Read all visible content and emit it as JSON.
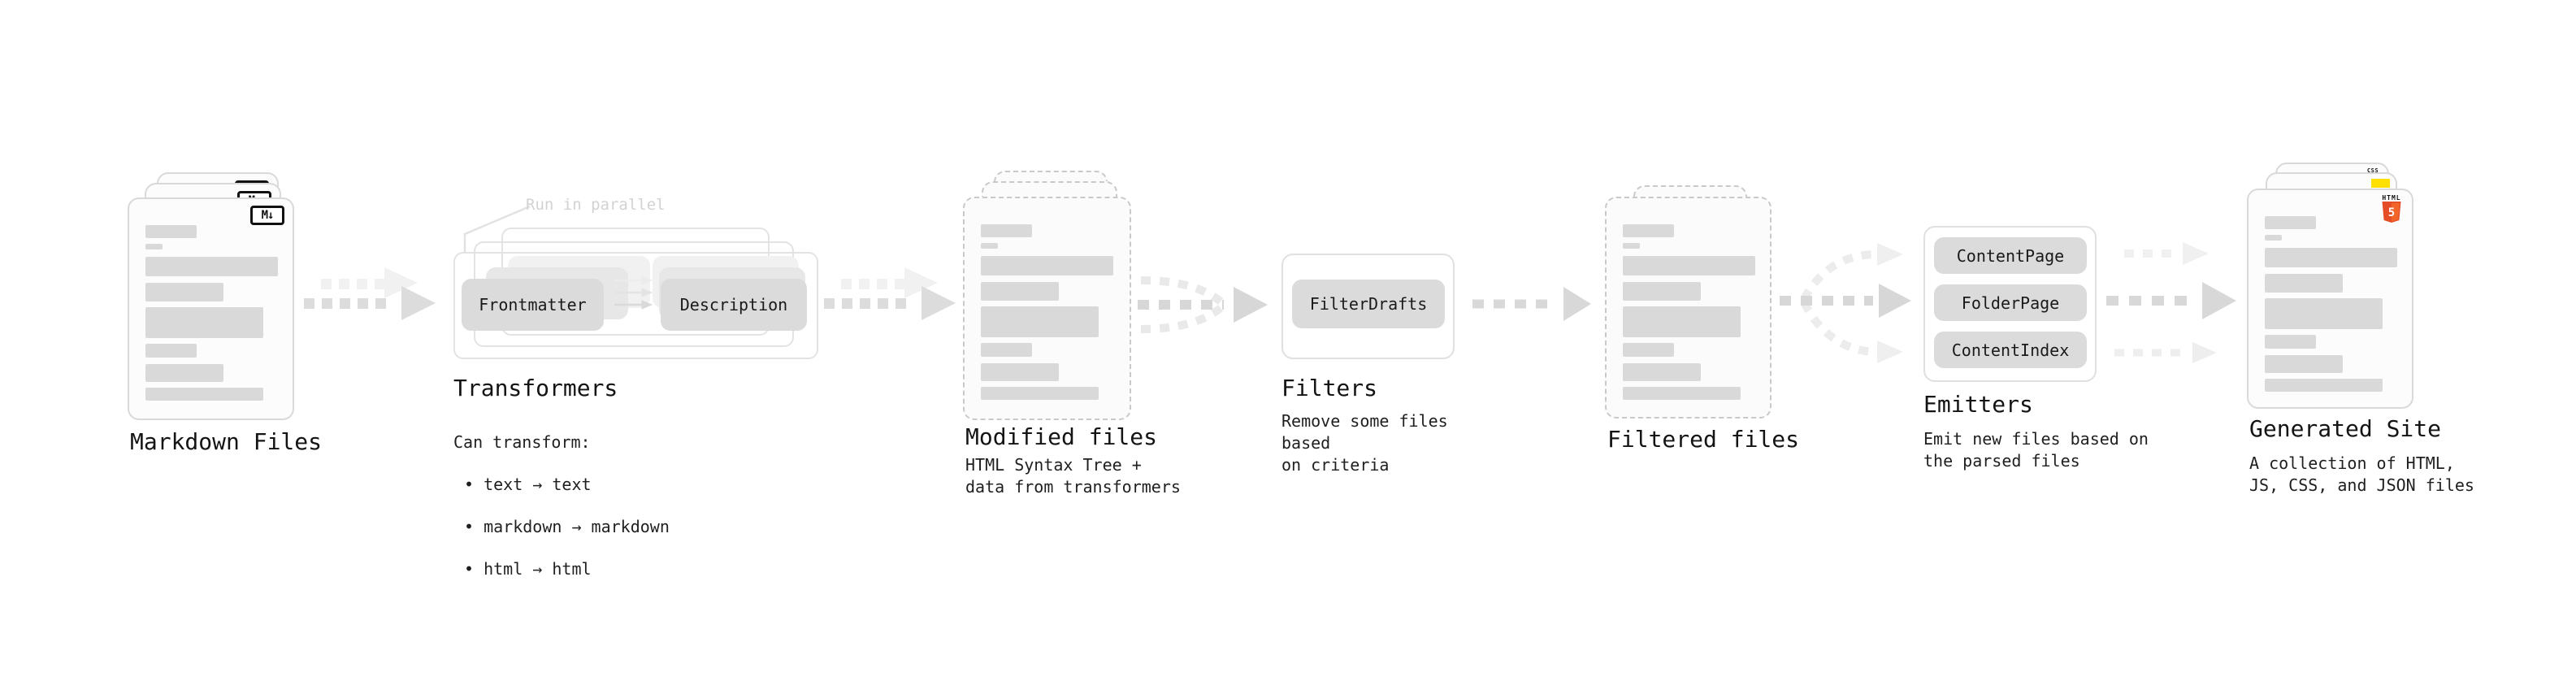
{
  "diagram": {
    "markdown_files": {
      "label": "Markdown Files",
      "badge": "M↓"
    },
    "transformers": {
      "note": "Run in parallel",
      "pill_frontmatter": "Frontmatter",
      "pill_description": "Description",
      "label": "Transformers",
      "desc_title": "Can transform:",
      "bullets": [
        "• text → text",
        "• markdown → markdown",
        "• html → html"
      ]
    },
    "modified_files": {
      "label": "Modified files",
      "desc": "HTML Syntax Tree +\ndata from transformers"
    },
    "filters": {
      "pill": "FilterDrafts",
      "label": "Filters",
      "desc": "Remove some files based\non criteria"
    },
    "filtered_files": {
      "label": "Filtered files"
    },
    "emitters": {
      "pills": [
        "ContentPage",
        "FolderPage",
        "ContentIndex"
      ],
      "label": "Emitters",
      "desc": "Emit new files based on\nthe parsed files"
    },
    "generated_site": {
      "label": "Generated Site",
      "desc": "A collection of HTML,\nJS, CSS, and JSON files",
      "badge_css": "CSS",
      "badge_html": "HTML",
      "badge_html_number": "5"
    }
  },
  "colors": {
    "html5_orange": "#e44d26",
    "html5_orange_light": "#f16529",
    "js_yellow": "#ffdf00",
    "css_blue": "#1a6bff"
  }
}
